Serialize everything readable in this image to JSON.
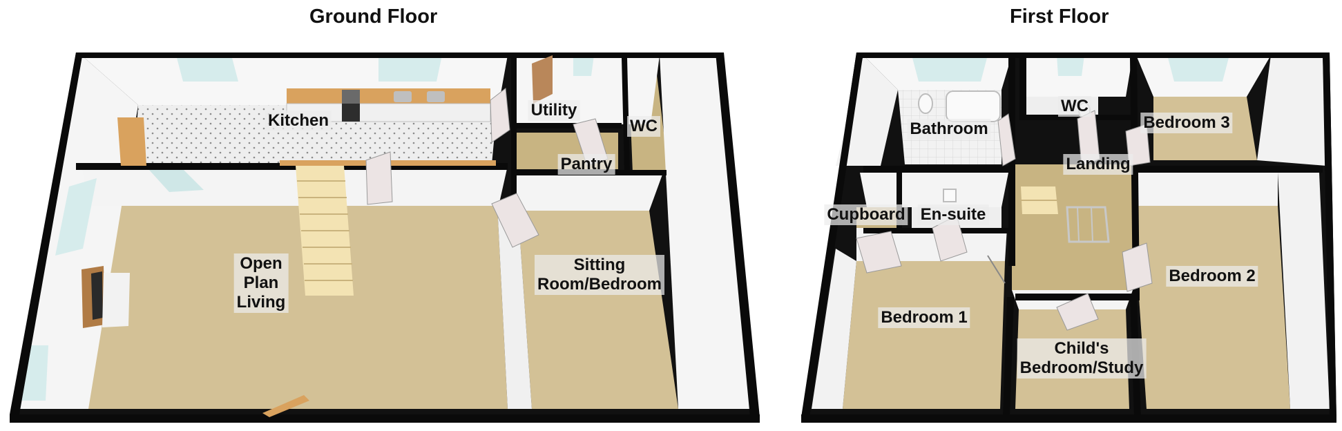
{
  "floors": {
    "ground": {
      "title": "Ground Floor",
      "rooms": {
        "kitchen": "Kitchen",
        "utility": "Utility",
        "wc": "WC",
        "pantry": "Pantry",
        "living": [
          "Open",
          "Plan",
          "Living"
        ],
        "sitting": [
          "Sitting",
          "Room/Bedroom"
        ]
      }
    },
    "first": {
      "title": "First Floor",
      "rooms": {
        "bathroom": "Bathroom",
        "wc": "WC",
        "bedroom3": "Bedroom 3",
        "landing": "Landing",
        "cupboard": "Cupboard",
        "ensuite": "En-suite",
        "bedroom2": "Bedroom 2",
        "bedroom1": "Bedroom 1",
        "childs": [
          "Child's",
          "Bedroom/Study"
        ]
      }
    }
  },
  "colors": {
    "carpet": "#d3c196",
    "carpet_dark": "#c8b482",
    "wall_top": "#0a0a0a",
    "wall_face": "#f7f7f7",
    "kitchen_floor": "#eeeeee",
    "worktop": "#d9a25e",
    "window": "#d6ecec",
    "stairs": "#f3e3b3",
    "door": "#ece4e4"
  }
}
